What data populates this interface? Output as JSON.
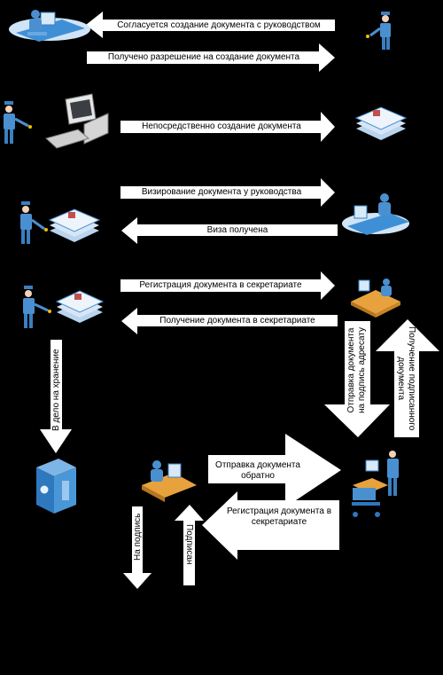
{
  "colors": {
    "background": "#000000",
    "arrow_fill": "#ffffff",
    "figure_blue": "#4a90d0",
    "figure_light": "#9cc8ef",
    "paper": "#e8f0fa"
  },
  "arrows": {
    "a1": "Согласуется создание документа с руководством",
    "a2": "Получено разрешение на создание документа",
    "a3": "Непосредственно создание документа",
    "a4": "Визирование документа у руководства",
    "a5": "Виза получена",
    "a6": "Регистрация документа в секретариате",
    "a7": "Получение документа в секретариате",
    "a8": "Отправка документа на подпись адресату",
    "a9": "Получение подписанного документа",
    "a10": "В дело на хранение",
    "a11_l1": "Отправка документа",
    "a11_l2": "обратно",
    "a12_l1": "Регистрация документа в",
    "a12_l2": "секретариате",
    "a13": "На подпись",
    "a14": "Подписан"
  },
  "icons": [
    "worker-at-desk-icon",
    "officer-with-pen-icon",
    "computer-icon",
    "documents-stack-icon",
    "secretary-desk-icon",
    "archive-building-icon",
    "office-worker-icon",
    "courier-with-cart-icon"
  ]
}
